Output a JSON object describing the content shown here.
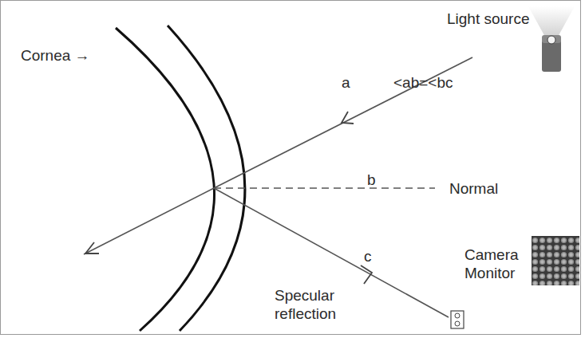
{
  "diagram": {
    "labels": [
      "Cornea →",
      "Light source",
      "a",
      "<ab=<bc",
      "b",
      "Normal",
      "c",
      "Specular reflection",
      "Camera Monitor"
    ]
  }
}
